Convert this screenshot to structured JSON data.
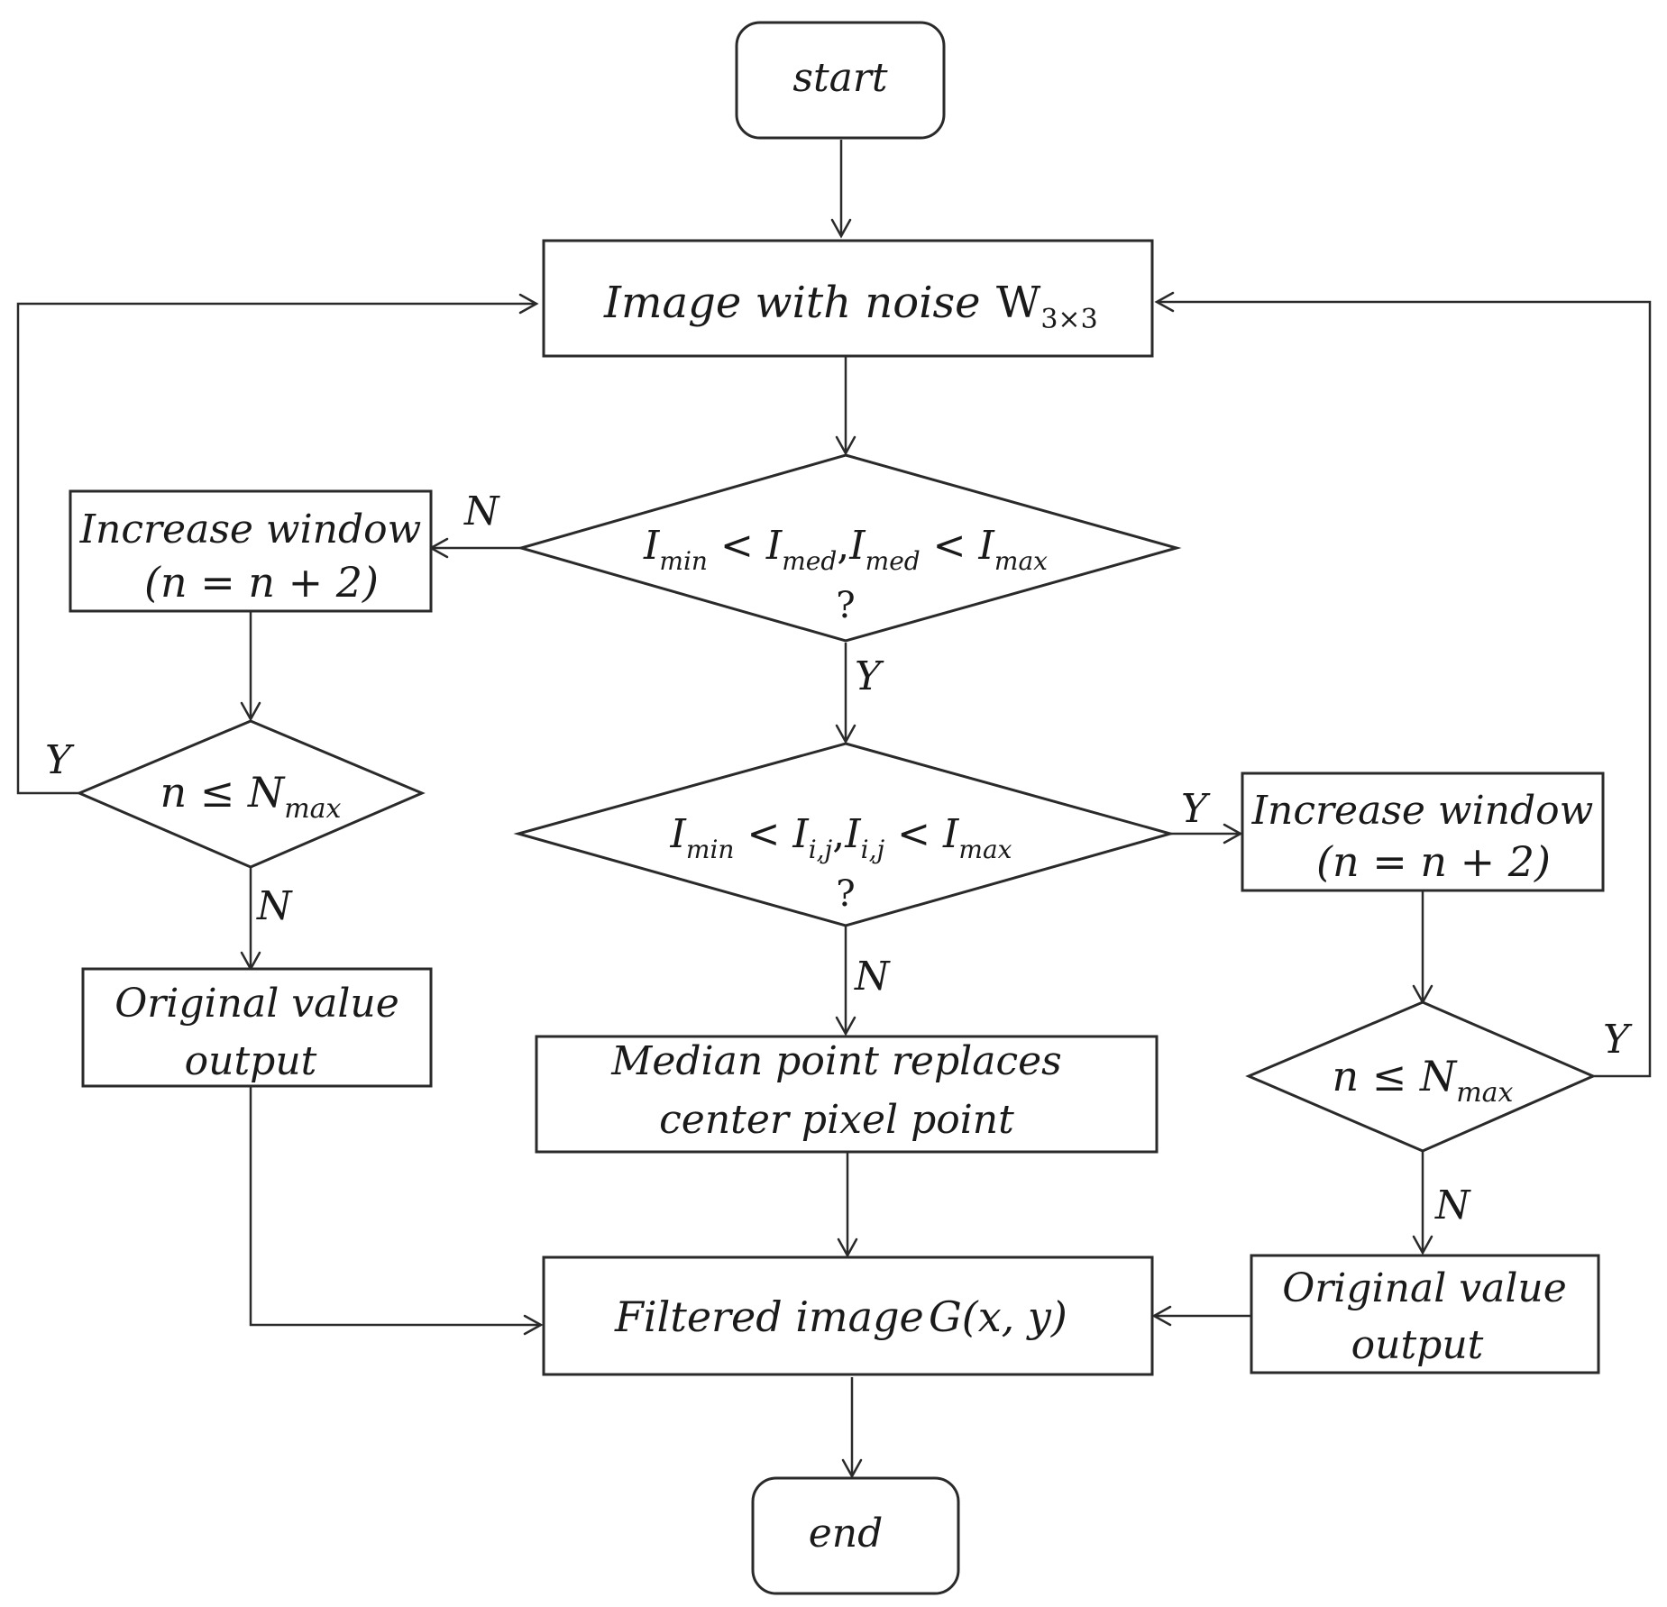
{
  "nodes": {
    "start": "start",
    "noisy_image": {
      "main": "Image with noise",
      "w": "W",
      "w_sub": "3×3"
    },
    "decision_a": {
      "i1": "I",
      "s1": "min",
      "op1": " < ",
      "i2": "I",
      "s2": "med",
      "comma": ",",
      "i3": "I",
      "s3": "med",
      "op2": " < ",
      "i4": "I",
      "s4": "max",
      "q": "?"
    },
    "increase_left": {
      "line1": "Increase window",
      "line2": "(n = n + 2)"
    },
    "nmax_left": {
      "lhs": "n ≤ N",
      "sub": "max"
    },
    "original_left": {
      "line1": "Original value",
      "line2": "output"
    },
    "decision_b": {
      "i1": "I",
      "s1": "min",
      "op1": " < ",
      "i2": "I",
      "s2": "i,j",
      "comma": ",",
      "i3": "I",
      "s3": "i,j",
      "op2": " < ",
      "i4": "I",
      "s4": "max",
      "q": "?"
    },
    "increase_right": {
      "line1": "Increase window",
      "line2": "(n = n + 2)"
    },
    "nmax_right": {
      "lhs": "n ≤ N",
      "sub": "max"
    },
    "median": {
      "line1": "Median point replaces",
      "line2": "center pixel point"
    },
    "original_right": {
      "line1": "Original value",
      "line2": "output"
    },
    "filtered": {
      "main": "Filtered image",
      "func": "G(x, y)"
    },
    "end": "end"
  },
  "edge_labels": {
    "a_no": "N",
    "a_yes": "Y",
    "left_nmax_yes": "Y",
    "left_nmax_no": "N",
    "b_yes": "Y",
    "b_no": "N",
    "right_nmax_yes": "Y",
    "right_nmax_no": "N"
  }
}
